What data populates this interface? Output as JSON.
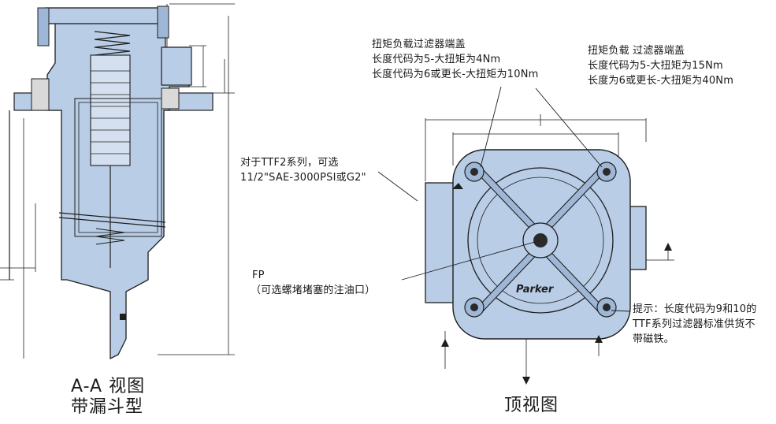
{
  "section_view": {
    "caption_line1": "A-A 视图",
    "caption_line2": "带漏斗型"
  },
  "top_view": {
    "caption": "顶视图",
    "logo": "Parker",
    "cover_small": {
      "title": "扭矩负载过滤器端盖",
      "line1": "长度代码为5-大扭矩为4Nm",
      "line2": "长度代码为6或更长-大扭矩为10Nm"
    },
    "cover_large": {
      "title": "扭矩负载 过滤器端盖",
      "line1": "长度代码为5-大扭矩为15Nm",
      "line2": "长度为6或更长-大扭矩为40Nm"
    },
    "port_option": {
      "line1": "对于TTF2系列，可选",
      "line2": "11/2\"SAE-3000PSI或G2\""
    },
    "fill_port": {
      "line1": "FP",
      "line2": "（可选螺堵堵塞的注油口）"
    },
    "note": {
      "line1": "提示：长度代码为9和10的",
      "line2": "TTF系列过滤器标准供货不",
      "line3": "带磁铁。"
    }
  },
  "colors": {
    "body_fill": "#b9cde6",
    "body_fill_dark": "#9fb7d6",
    "line": "#1e1e1e"
  }
}
